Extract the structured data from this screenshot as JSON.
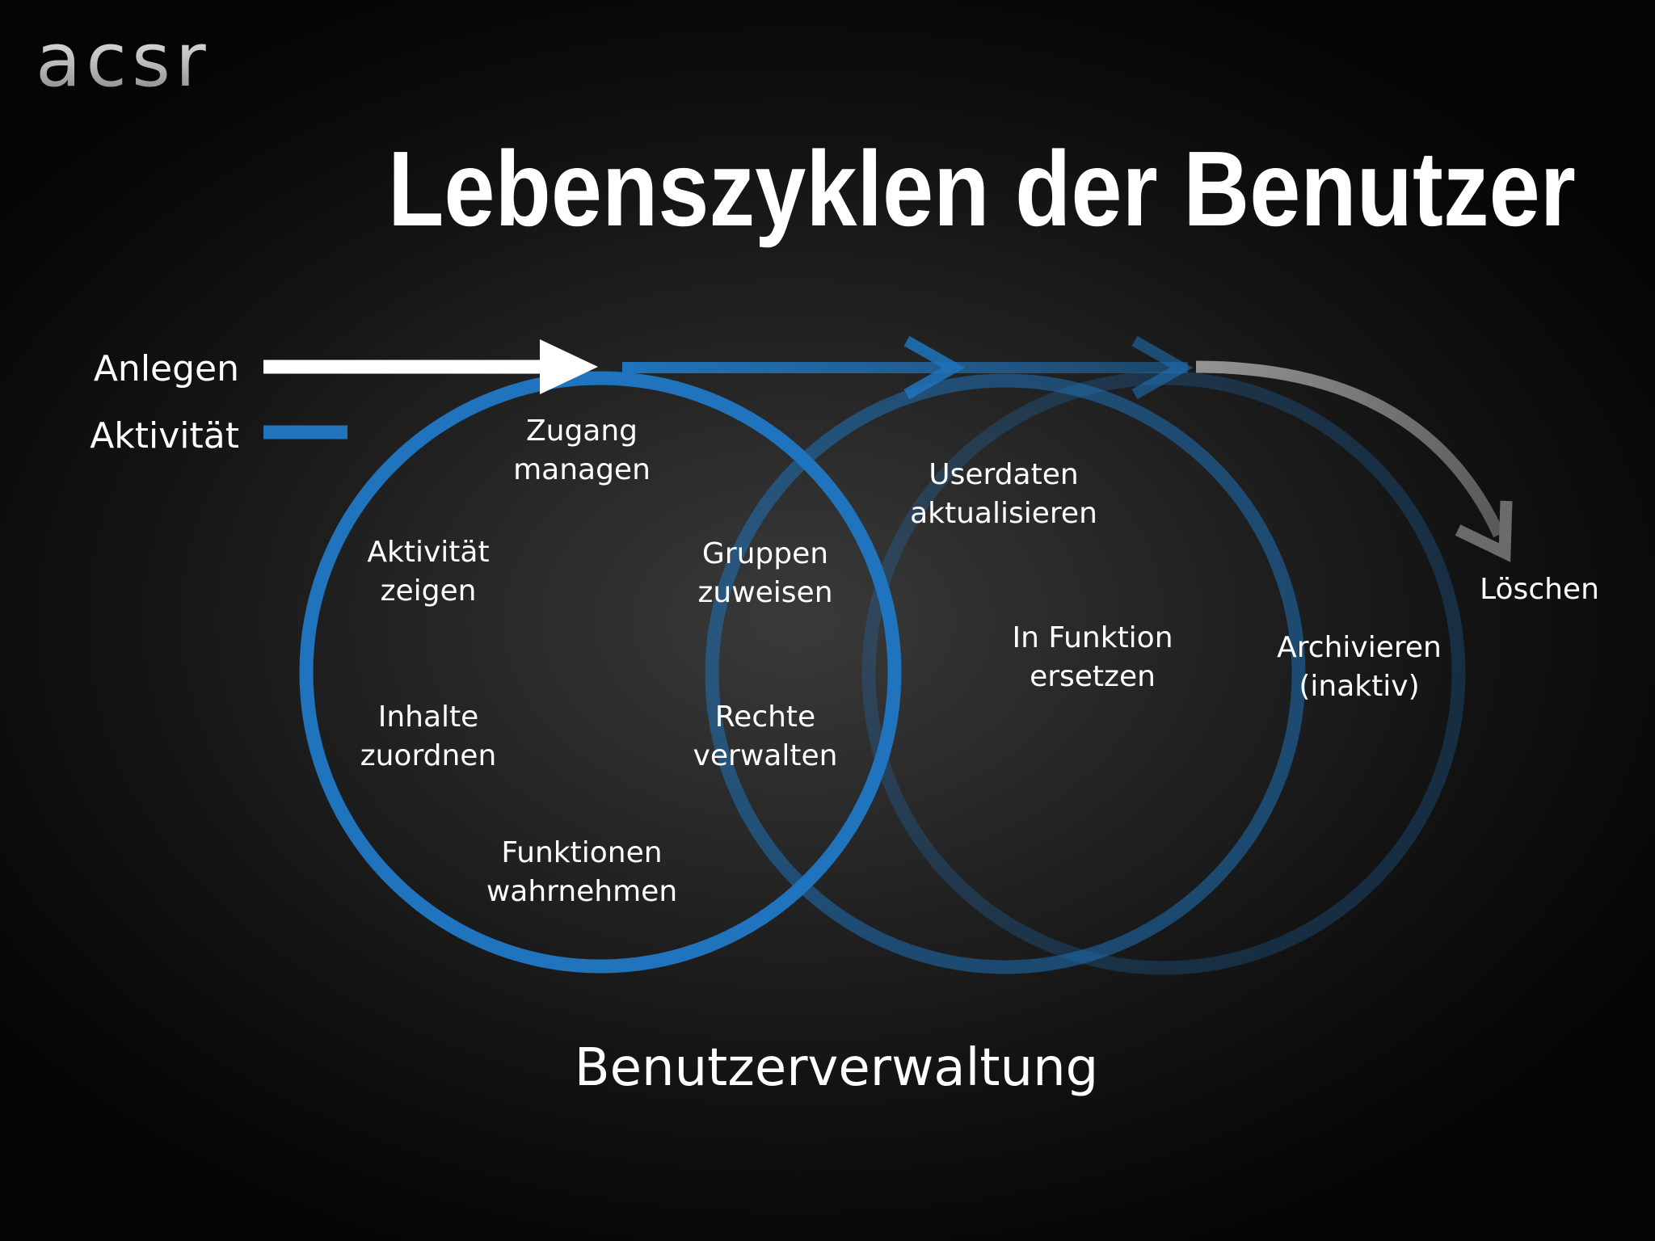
{
  "logo": {
    "text": "acsr"
  },
  "title": "Lebenszyklen der Benutzer",
  "legend": {
    "anlegen": "Anlegen",
    "aktivitaet": "Aktivität"
  },
  "colors": {
    "background": "#1c1c1c",
    "circle_blue": "#1f74bd",
    "anlegen_arrow": "#ffffff",
    "text": "#ffffff"
  },
  "end_label": "Löschen",
  "labels": {
    "zugang": {
      "line1": "Zugang",
      "line2": "managen"
    },
    "aktivitaet_zeigen": {
      "line1": "Aktivität",
      "line2": "zeigen"
    },
    "inhalte": {
      "line1": "Inhalte",
      "line2": "zuordnen"
    },
    "funktionen": {
      "line1": "Funktionen",
      "line2": "wahrnehmen"
    },
    "gruppen": {
      "line1": "Gruppen",
      "line2": "zuweisen"
    },
    "rechte": {
      "line1": "Rechte",
      "line2": "verwalten"
    },
    "userdaten": {
      "line1": "Userdaten",
      "line2": "aktualisieren"
    },
    "funktion_ersetzen": {
      "line1": "In Funktion",
      "line2": "ersetzen"
    },
    "archivieren": {
      "line1": "Archivieren",
      "line2": "(inaktiv)"
    }
  },
  "subtitle": "Benutzerverwaltung"
}
